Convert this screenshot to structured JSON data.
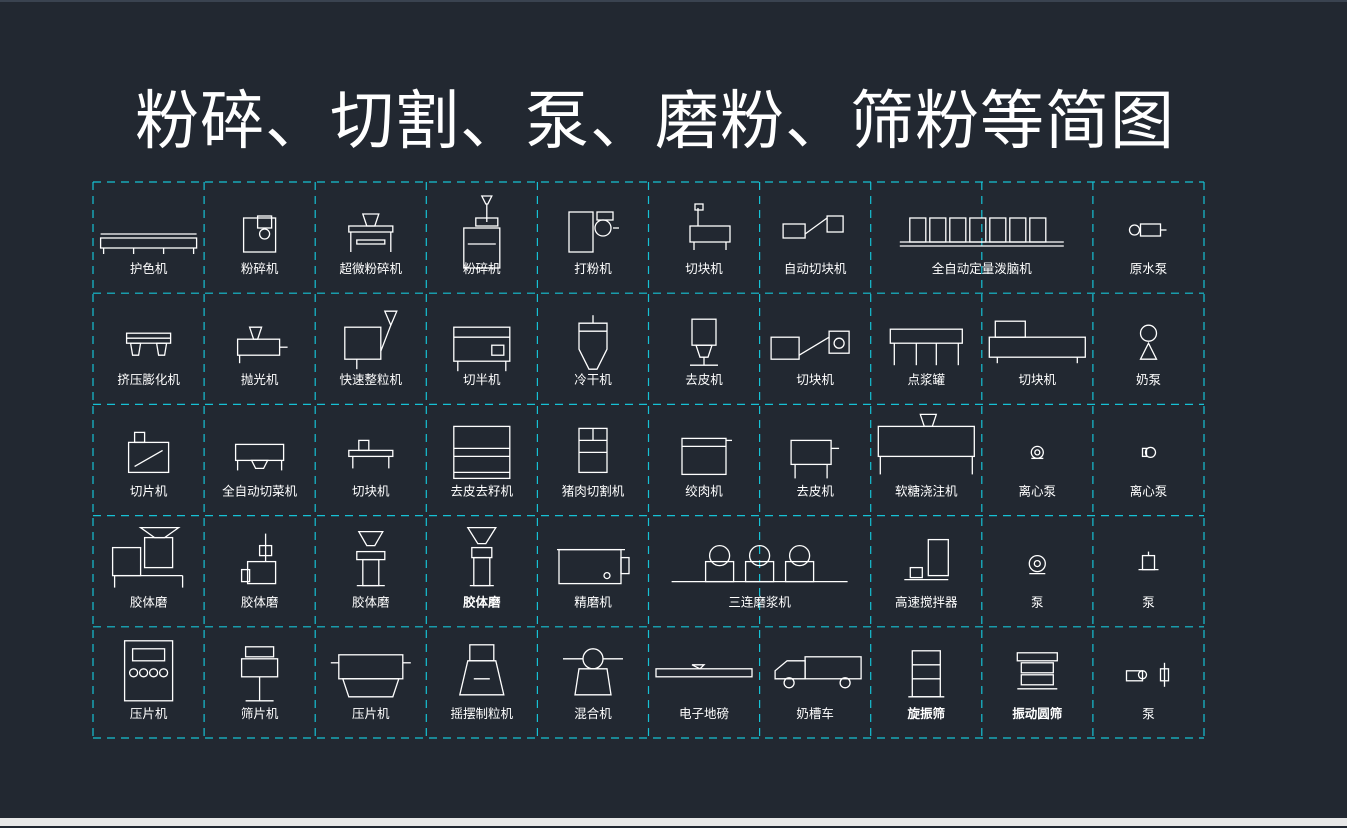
{
  "title": "粉碎、切割、泵、磨粉、筛粉等简图",
  "colors": {
    "background": "#222831",
    "grid": "#16c1d4",
    "drawing": "#ffffff"
  },
  "grid": {
    "rows": 5,
    "cols": 10
  },
  "cells": [
    {
      "label": "护色机",
      "icon": "conveyor-washer-icon",
      "bold": false
    },
    {
      "label": "粉碎机",
      "icon": "crusher-icon",
      "bold": false
    },
    {
      "label": "超微粉碎机",
      "icon": "ultrafine-grinder-icon",
      "bold": false
    },
    {
      "label": "粉碎机",
      "icon": "hopper-crusher-icon",
      "bold": false
    },
    {
      "label": "打粉机",
      "icon": "powder-mill-icon",
      "bold": false
    },
    {
      "label": "切块机",
      "icon": "cube-cutter-icon",
      "bold": false
    },
    {
      "label": "自动切块机",
      "icon": "auto-cube-cutter-icon",
      "bold": false
    },
    {
      "label": "全自动定量泼脑机",
      "icon": "tofu-line-icon",
      "bold": false,
      "span": 2
    },
    {
      "label": "原水泵",
      "icon": "water-pump-icon",
      "bold": false
    },
    {
      "label": "挤压膨化机",
      "icon": "extruder-icon",
      "bold": false
    },
    {
      "label": "抛光机",
      "icon": "polisher-icon",
      "bold": false
    },
    {
      "label": "快速整粒机",
      "icon": "granulator-icon",
      "bold": false
    },
    {
      "label": "切半机",
      "icon": "half-cutter-icon",
      "bold": false
    },
    {
      "label": "冷干机",
      "icon": "freeze-dryer-icon",
      "bold": false
    },
    {
      "label": "去皮机",
      "icon": "peeler-icon",
      "bold": false
    },
    {
      "label": "切块机",
      "icon": "line-cutter-icon",
      "bold": false
    },
    {
      "label": "点浆罐",
      "icon": "slurry-tank-icon",
      "bold": false
    },
    {
      "label": "切块机",
      "icon": "belt-cutter-icon",
      "bold": false
    },
    {
      "label": "奶泵",
      "icon": "milk-pump-icon",
      "bold": false
    },
    {
      "label": "切片机",
      "icon": "slicer-icon",
      "bold": false
    },
    {
      "label": "全自动切菜机",
      "icon": "vegetable-cutter-icon",
      "bold": false
    },
    {
      "label": "切块机",
      "icon": "table-cutter-icon",
      "bold": false
    },
    {
      "label": "去皮去籽机",
      "icon": "seed-remover-icon",
      "bold": false
    },
    {
      "label": "猪肉切割机",
      "icon": "pork-cutter-icon",
      "bold": false
    },
    {
      "label": "绞肉机",
      "icon": "meat-grinder-icon",
      "bold": false
    },
    {
      "label": "去皮机",
      "icon": "drum-peeler-icon",
      "bold": false
    },
    {
      "label": "软糖浇注机",
      "icon": "candy-depositor-icon",
      "bold": false
    },
    {
      "label": "离心泵",
      "icon": "centrifugal-pump-icon",
      "bold": false
    },
    {
      "label": "离心泵",
      "icon": "centrifugal-pump-small-icon",
      "bold": false
    },
    {
      "label": "胶体磨",
      "icon": "colloid-mill-large-icon",
      "bold": false
    },
    {
      "label": "胶体磨",
      "icon": "colloid-mill-icon",
      "bold": false
    },
    {
      "label": "胶体磨",
      "icon": "colloid-mill-stand-icon",
      "bold": false
    },
    {
      "label": "胶体磨",
      "icon": "colloid-mill-vertical-icon",
      "bold": true
    },
    {
      "label": "精磨机",
      "icon": "fine-grinder-icon",
      "bold": false
    },
    {
      "label": "三连磨浆机",
      "icon": "triple-pulper-icon",
      "bold": false,
      "span": 2
    },
    {
      "label": "高速搅拌器",
      "icon": "mixer-icon",
      "bold": false
    },
    {
      "label": "泵",
      "icon": "pump-round-icon",
      "bold": false
    },
    {
      "label": "泵",
      "icon": "pump-vertical-icon",
      "bold": false
    },
    {
      "label": "压片机",
      "icon": "tablet-press-icon",
      "bold": false
    },
    {
      "label": "筛片机",
      "icon": "sieve-machine-icon",
      "bold": false
    },
    {
      "label": "压片机",
      "icon": "roller-press-icon",
      "bold": false
    },
    {
      "label": "摇摆制粒机",
      "icon": "swing-granulator-icon",
      "bold": false
    },
    {
      "label": "混合机",
      "icon": "mixer-drum-icon",
      "bold": false
    },
    {
      "label": "电子地磅",
      "icon": "weighbridge-icon",
      "bold": false
    },
    {
      "label": "奶槽车",
      "icon": "milk-tanker-icon",
      "bold": false
    },
    {
      "label": "旋振筛",
      "icon": "rotary-sieve-icon",
      "bold": true
    },
    {
      "label": "振动圆筛",
      "icon": "vibrating-sieve-icon",
      "bold": true
    },
    {
      "label": "泵",
      "icon": "pump-pair-icon",
      "bold": false
    }
  ]
}
